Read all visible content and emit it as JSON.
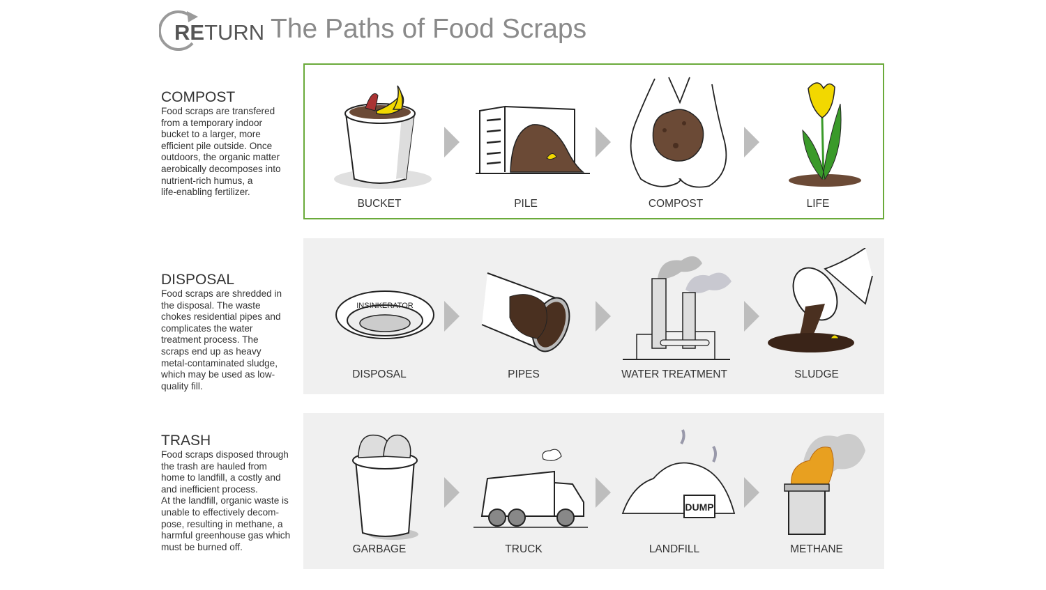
{
  "header": {
    "logo_text_bold": "RE",
    "logo_text_rest": "TURN",
    "title": "The Paths of Food Scraps"
  },
  "colors": {
    "compost_border": "#6aaa3a",
    "panel_gray": "#f0f0f0",
    "arrow_gray": "#bdbdbd",
    "soil_brown": "#6b4a36",
    "leaf_green": "#3a9a2a",
    "flower_yellow": "#f2d800",
    "flame_orange": "#e8a020"
  },
  "sections": [
    {
      "heading": "COMPOST",
      "description": "Food scraps are transfered\nfrom a temporary indoor\nbucket to a larger, more\nefficient pile outside.  Once\noutdoors, the organic matter\naerobically decomposes into\nnutrient-rich humus, a\nlife-enabling fertilizer.",
      "steps": [
        {
          "label": "BUCKET",
          "icon": "bucket-icon"
        },
        {
          "label": "PILE",
          "icon": "compost-pile-icon"
        },
        {
          "label": "COMPOST",
          "icon": "hands-compost-icon"
        },
        {
          "label": "LIFE",
          "icon": "tulip-icon"
        }
      ]
    },
    {
      "heading": "DISPOSAL",
      "description": "Food scraps are shredded in\nthe disposal.  The waste\nchokes residential pipes and\ncomplicates the water\ntreatment process.  The\nscraps end up as heavy\nmetal-contaminated sludge,\nwhich may be used as low-\nquality fill.",
      "steps": [
        {
          "label": "DISPOSAL",
          "icon": "sink-disposal-icon",
          "icon_text": "INSINKERATOR"
        },
        {
          "label": "PIPES",
          "icon": "pipe-icon"
        },
        {
          "label": "WATER TREATMENT",
          "icon": "treatment-plant-icon"
        },
        {
          "label": "SLUDGE",
          "icon": "sludge-pipe-icon"
        }
      ]
    },
    {
      "heading": "TRASH",
      "description": "Food scraps disposed through\nthe trash are hauled from\nhome to landfill, a costly and\nand inefficient process.\nAt the landfill, organic waste is\nunable to effectively decom-\npose, resulting in methane, a\nharmful greenhouse gas which\nmust be burned off.",
      "steps": [
        {
          "label": "GARBAGE",
          "icon": "garbage-can-icon"
        },
        {
          "label": "TRUCK",
          "icon": "garbage-truck-icon"
        },
        {
          "label": "LANDFILL",
          "icon": "landfill-icon",
          "icon_text": "DUMP"
        },
        {
          "label": "METHANE",
          "icon": "methane-flare-icon"
        }
      ]
    }
  ]
}
